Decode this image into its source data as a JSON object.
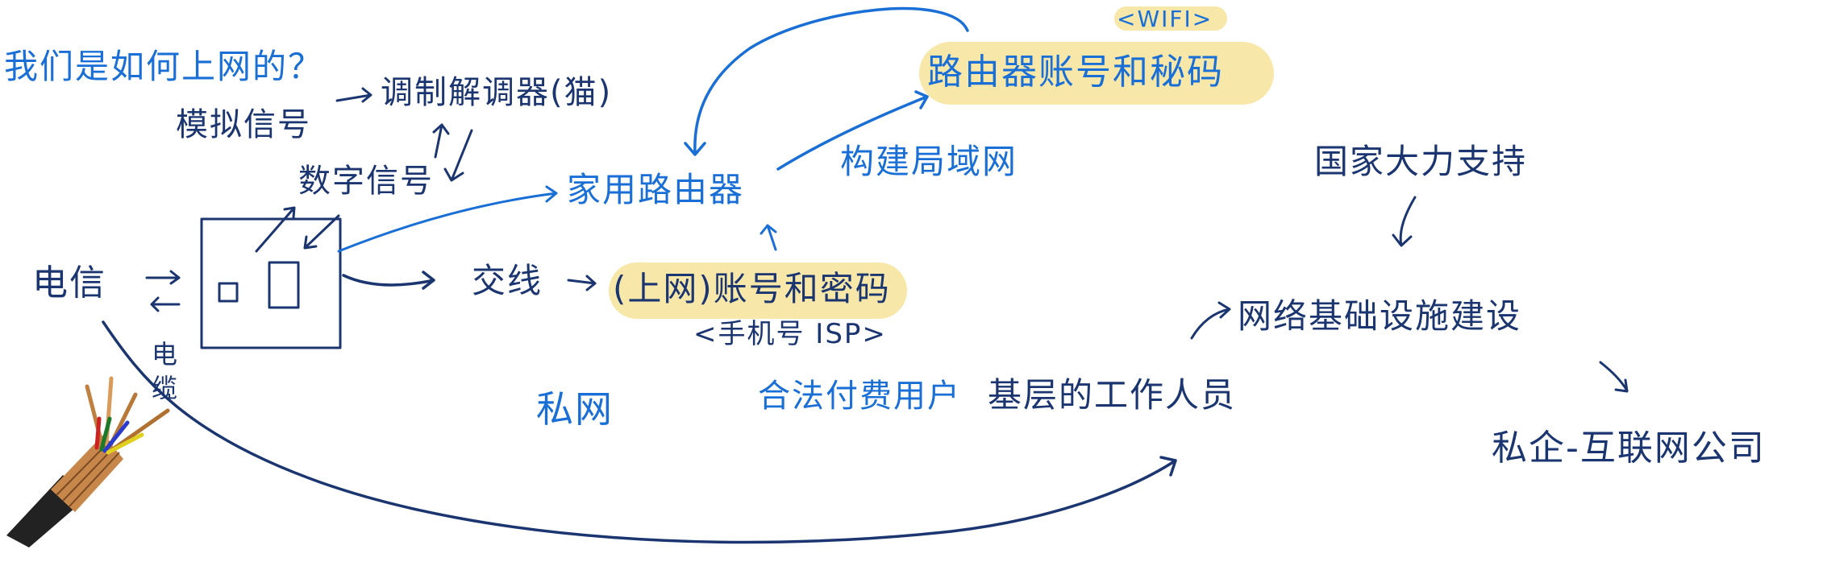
{
  "texts": {
    "question": "我们是如何上网的？",
    "analog_signal": "模拟信号",
    "modem": "调制解调器(猫)",
    "digital_signal": "数字信号",
    "telecom": "电信",
    "cable_label": "电缆",
    "home_router": "家用路由器",
    "cross_line": "交线",
    "account_password": "(上网)账号和密码",
    "phone_isp": "<手机号 ISP>",
    "wifi": "<WIFI>",
    "router_account": "路由器账号和秘码",
    "build_lan": "构建局域网",
    "private_net": "私网",
    "legal_paid_user": "合法付费用户",
    "grassroots_workers": "基层的工作人员",
    "state_support": "国家大力支持",
    "network_infra": "网络基础设施建设",
    "private_internet_co": "私企-互联网公司"
  },
  "colors": {
    "blue_ink": "#1a6fd6",
    "navy_ink": "#1b3570",
    "highlight": "#f7e7a8"
  }
}
